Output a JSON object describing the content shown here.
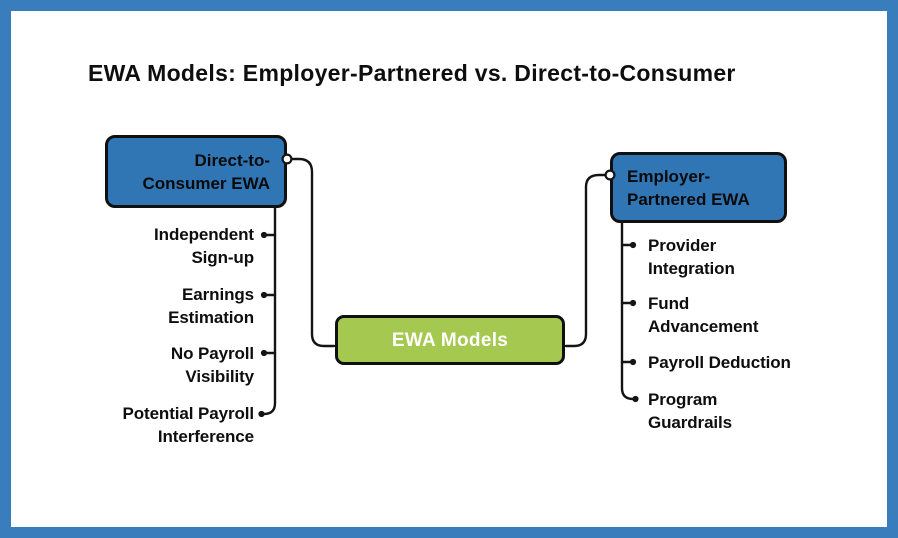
{
  "title": "EWA Models: Employer-Partnered vs. Direct-to-Consumer",
  "root": {
    "label": "EWA Models"
  },
  "left_branch": {
    "label": "Direct-to-\nConsumer EWA",
    "items": [
      "Independent\nSign-up",
      "Earnings\nEstimation",
      "No Payroll\nVisibility",
      "Potential Payroll\nInterference"
    ]
  },
  "right_branch": {
    "label": "Employer-\nPartnered EWA",
    "items": [
      "Provider\nIntegration",
      "Fund\nAdvancement",
      "Payroll Deduction",
      "Program\nGuardrails"
    ]
  },
  "colors": {
    "frame": "#3a7dbd",
    "branch_node_fill": "#3076b5",
    "root_node_fill": "#a5c851",
    "line": "#141414",
    "text": "#0e0e0e",
    "root_text": "#ffffff"
  }
}
